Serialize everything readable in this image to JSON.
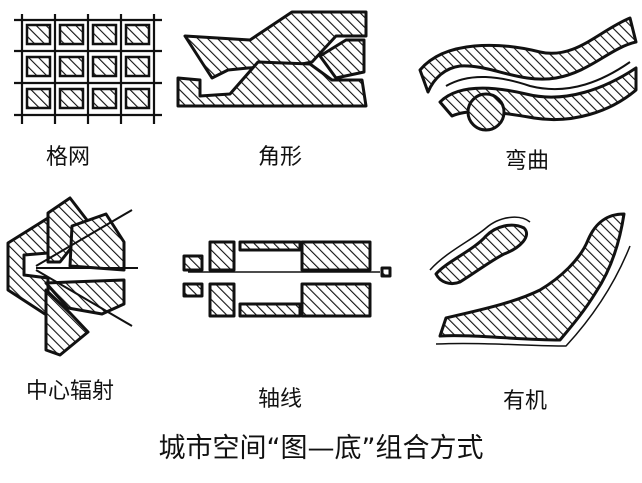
{
  "panels": [
    {
      "id": "grid",
      "label": "格网"
    },
    {
      "id": "angular",
      "label": "角形"
    },
    {
      "id": "curved",
      "label": "弯曲"
    },
    {
      "id": "radial",
      "label": "中心辐射"
    },
    {
      "id": "axial",
      "label": "轴线"
    },
    {
      "id": "organic",
      "label": "有机"
    }
  ],
  "caption": "城市空间“图—底”组合方式"
}
